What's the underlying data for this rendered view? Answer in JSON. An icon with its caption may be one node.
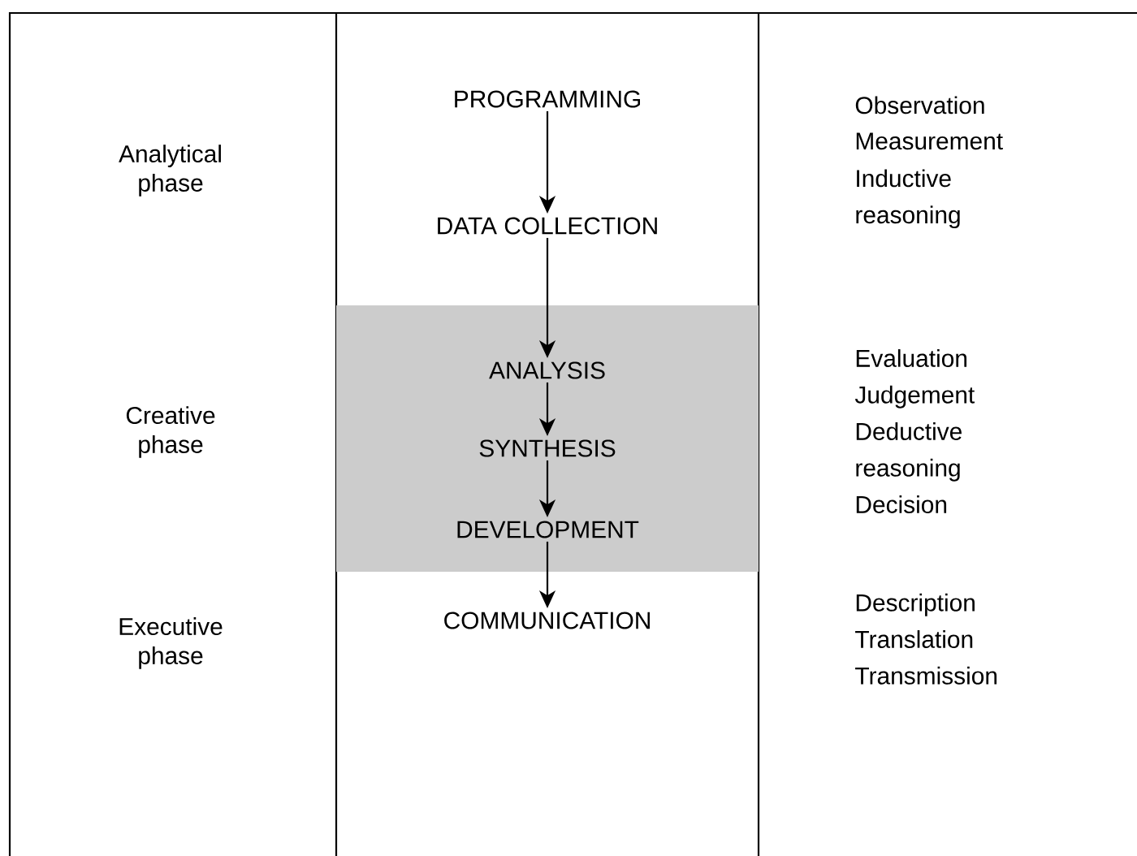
{
  "diagram": {
    "nodes": [
      {
        "text": [
          "PROGRAMMING"
        ]
      },
      {
        "text": [
          "DATA COLLECTION"
        ]
      },
      {
        "text": [],
        "shape": "box"
      },
      {
        "text": [
          "ANALYSIS"
        ],
        "in": 2
      },
      {
        "text": [
          "SYNTHESIS"
        ],
        "in": 2
      },
      {
        "text": [
          "DEVELOPMENT"
        ],
        "in": 2
      },
      {
        "text": [
          "COMMUNICATION"
        ]
      }
    ],
    "edges": [
      {
        "from": 0,
        "to": 1,
        "arrow": "to"
      },
      {
        "from": 1,
        "to": 3,
        "arrow": "to"
      },
      {
        "from": 3,
        "to": 4,
        "arrow": "to"
      },
      {
        "from": 4,
        "to": 5,
        "arrow": "to"
      },
      {
        "from": 5,
        "to": 6,
        "arrow": "to"
      }
    ],
    "labels": [
      "Analytical phase",
      "Observation",
      "Measurement",
      "Inductive reasoning",
      "Creative phase",
      "Evaluation",
      "Judgement",
      "Deductive reasoning",
      "Decision",
      "Executive phase",
      "Description",
      "Translation",
      "Transmission"
    ]
  }
}
